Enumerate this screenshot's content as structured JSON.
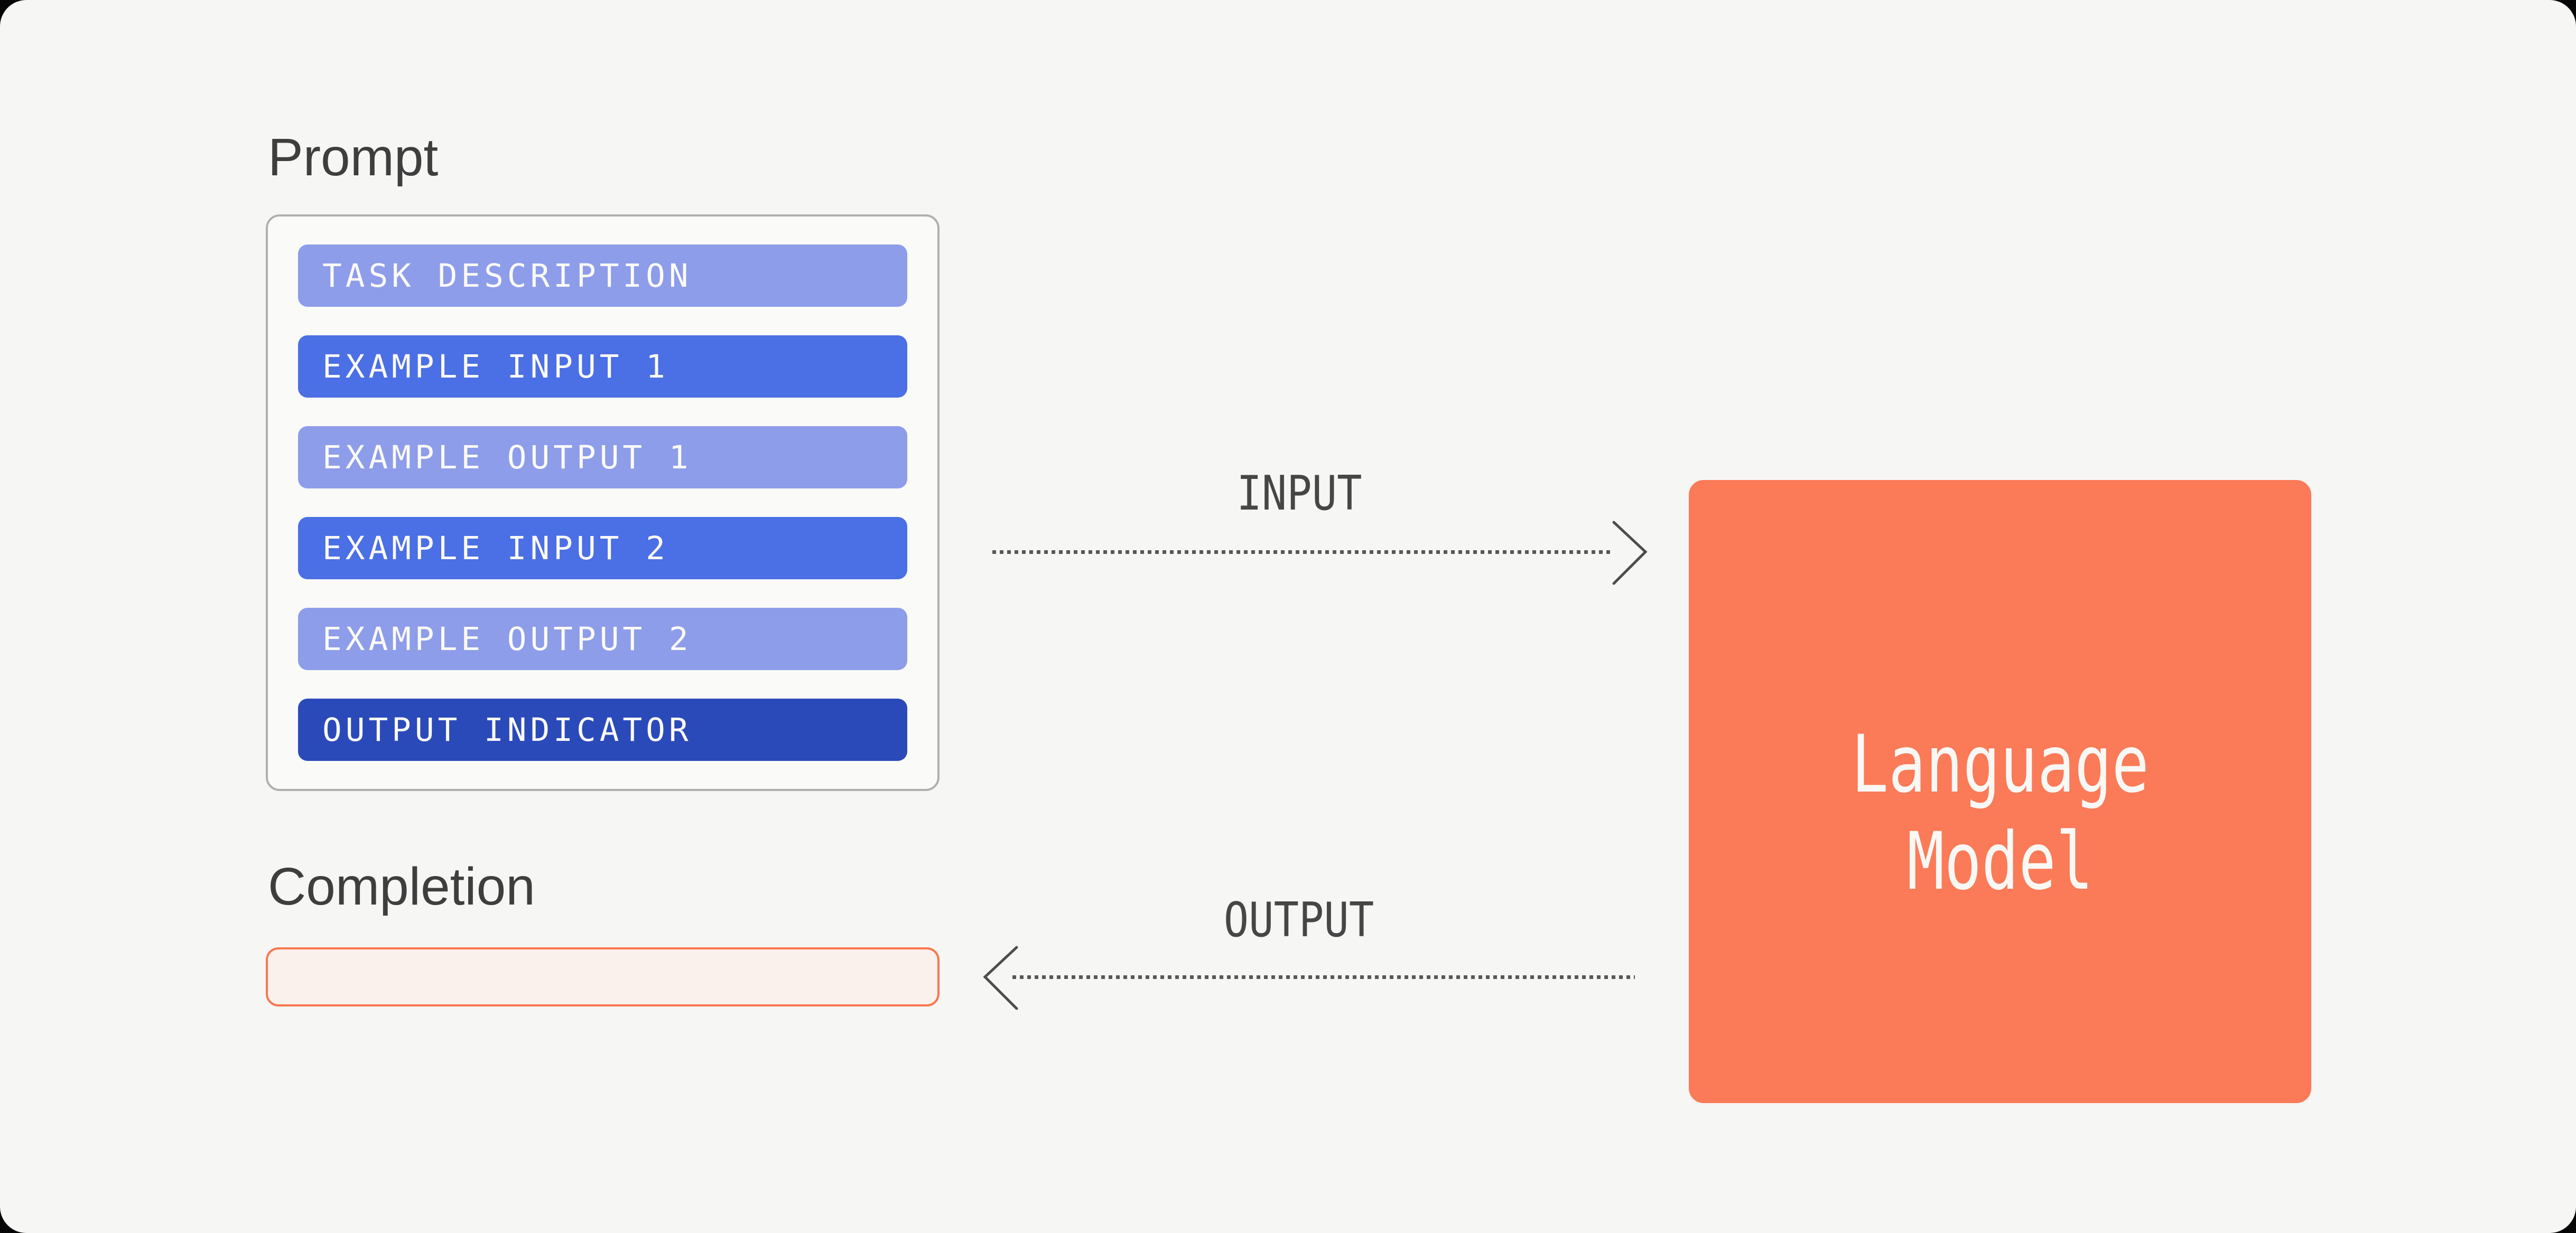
{
  "diagram": {
    "prompt_section": {
      "title": "Prompt",
      "bars": [
        {
          "label": "TASK DESCRIPTION",
          "tone": "light"
        },
        {
          "label": "EXAMPLE INPUT 1",
          "tone": "medium"
        },
        {
          "label": "EXAMPLE OUTPUT 1",
          "tone": "light"
        },
        {
          "label": "EXAMPLE INPUT 2",
          "tone": "medium"
        },
        {
          "label": "EXAMPLE OUTPUT 2",
          "tone": "light"
        },
        {
          "label": "OUTPUT INDICATOR",
          "tone": "dark"
        }
      ]
    },
    "completion_section": {
      "title": "Completion",
      "box_value": ""
    },
    "model_box": {
      "line1": "Language",
      "line2": "Model"
    },
    "arrows": {
      "input": {
        "label": "INPUT",
        "direction": "right"
      },
      "output": {
        "label": "OUTPUT",
        "direction": "left"
      }
    }
  },
  "colors": {
    "background": "#f6f6f4",
    "panel_border": "#b2b0ad",
    "bar_light": "#8d9de9",
    "bar_medium": "#4b6fe4",
    "bar_dark": "#2b4aba",
    "model_fill": "#fb7a58",
    "completion_fill": "#faf0ec",
    "completion_border": "#f8774f",
    "heading_text": "#3e3e3e",
    "arrow_stroke": "#4d4d4d",
    "arrow_label_text": "#464646",
    "bar_text": "#fbfaf7"
  }
}
